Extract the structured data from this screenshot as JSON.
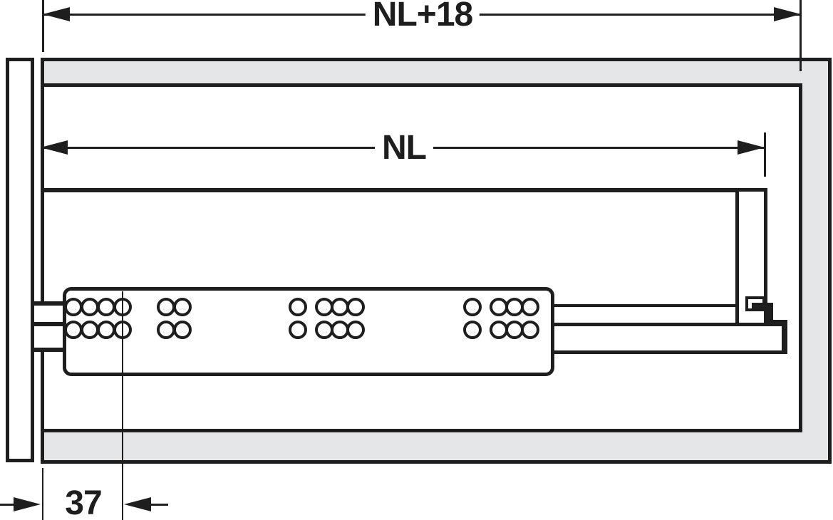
{
  "drawing": {
    "type": "technical-diagram",
    "subject": "drawer-runner-installation-side-section",
    "labels": {
      "overall_length": "NL+18",
      "nominal_length": "NL",
      "front_hole_offset": "37"
    }
  },
  "colors": {
    "line": "#1e1e1e",
    "cabinet_fill": "#e5e6e7",
    "background": "#ffffff"
  },
  "diagram": {
    "holes": {
      "row_y": [
        431,
        463
      ],
      "group_x": [
        [
          103,
          126,
          149,
          172
        ],
        [
          233,
          256
        ],
        [
          418
        ],
        [
          455,
          477,
          499
        ],
        [
          663
        ],
        [
          700,
          722,
          744
        ]
      ],
      "diameter": 18
    }
  }
}
